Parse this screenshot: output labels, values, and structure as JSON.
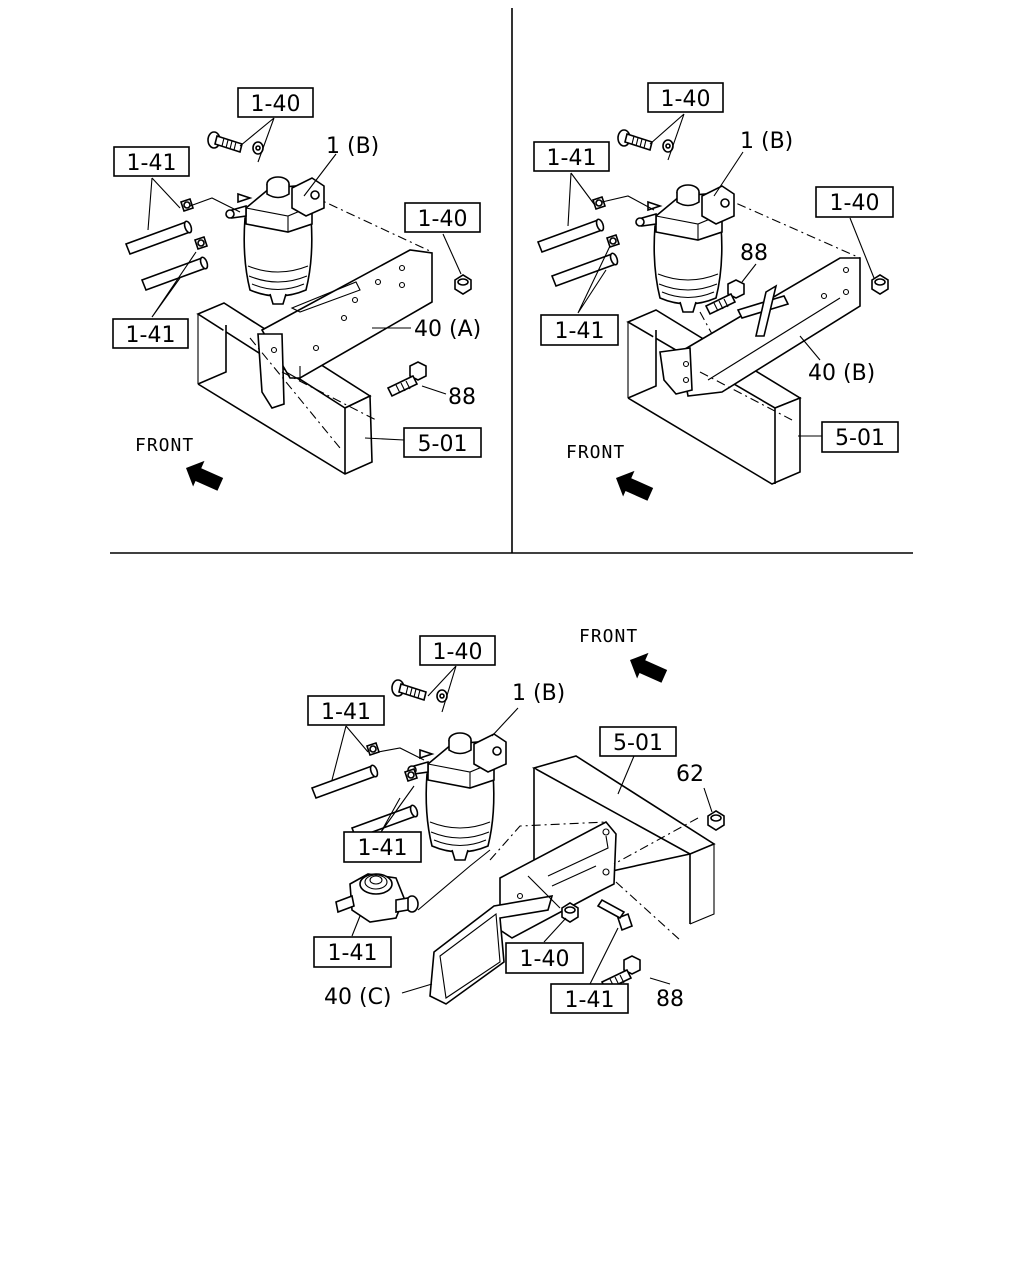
{
  "labels": {
    "l_1_40": "1-40",
    "l_1_41": "1-41",
    "l_1b": "1 (B)",
    "l_40a": "40 (A)",
    "l_40b": "40 (B)",
    "l_40c": "40 (C)",
    "l_88": "88",
    "l_62": "62",
    "l_5_01": "5-01",
    "front": "FRONT"
  }
}
